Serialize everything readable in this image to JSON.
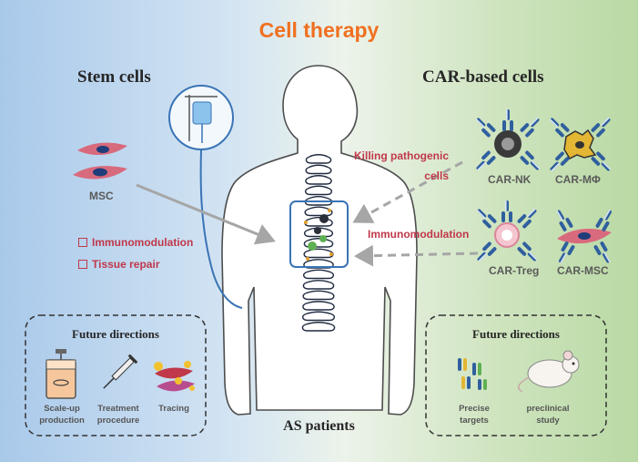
{
  "title": "Cell therapy",
  "left": {
    "heading": "Stem cells",
    "cell_label": "MSC",
    "effects": [
      "Immunomodulation",
      "Tissue repair"
    ],
    "future": {
      "title": "Future directions",
      "items": [
        "Scale-up production",
        "Treatment procedure",
        "Tracing"
      ]
    }
  },
  "right": {
    "heading": "CAR-based cells",
    "cells": [
      "CAR-NK",
      "CAR-MΦ",
      "CAR-Treg",
      "CAR-MSC"
    ],
    "effects": [
      "Killing pathogenic cells",
      "Immunomodulation"
    ],
    "future": {
      "title": "Future directions",
      "items": [
        "Precise targets",
        "preclinical study"
      ]
    }
  },
  "center": {
    "label": "AS patients"
  },
  "colors": {
    "title": "#f07020",
    "effect_red": "#c0384a",
    "receptor_blue": "#2f5f9e",
    "box_blue": "#3a74b6"
  },
  "icons": [
    "iv-bag-icon",
    "msc-cell-icon",
    "nk-cell-icon",
    "macrophage-icon",
    "treg-cell-icon",
    "car-msc-icon",
    "bioreactor-icon",
    "syringe-icon",
    "tracing-cells-icon",
    "antibody-target-icon",
    "mouse-icon",
    "spine-icon",
    "human-body-icon"
  ]
}
